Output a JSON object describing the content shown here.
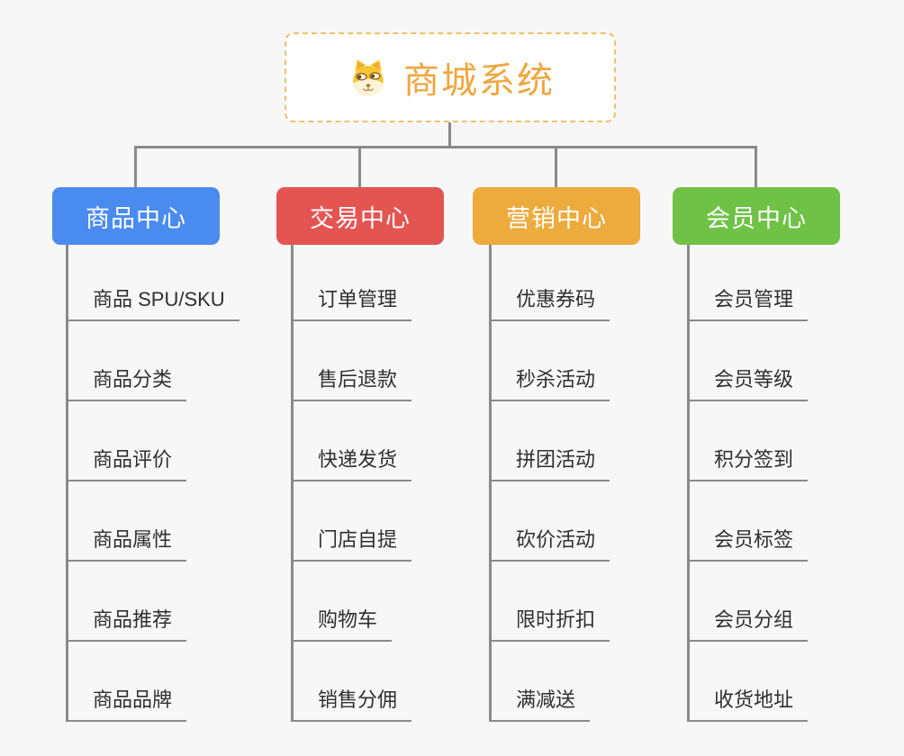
{
  "root": {
    "title": "商城系统",
    "icon": "doge-icon"
  },
  "branches": [
    {
      "label": "商品中心",
      "color": "#4a8bf0",
      "items": [
        "商品 SPU/SKU",
        "商品分类",
        "商品评价",
        "商品属性",
        "商品推荐",
        "商品品牌"
      ]
    },
    {
      "label": "交易中心",
      "color": "#e45552",
      "items": [
        "订单管理",
        "售后退款",
        "快递发货",
        "门店自提",
        "购物车",
        "销售分佣"
      ]
    },
    {
      "label": "营销中心",
      "color": "#edaa3d",
      "items": [
        "优惠券码",
        "秒杀活动",
        "拼团活动",
        "砍价活动",
        "限时折扣",
        "满减送"
      ]
    },
    {
      "label": "会员中心",
      "color": "#6fc246",
      "items": [
        "会员管理",
        "会员等级",
        "积分签到",
        "会员标签",
        "会员分组",
        "收货地址"
      ]
    }
  ],
  "colors": {
    "background": "#f7f7f7",
    "connector": "#8a8a8a",
    "root_text": "#f0a63e",
    "root_border": "#f3c06b",
    "leaf_text": "#2f2f2f"
  }
}
